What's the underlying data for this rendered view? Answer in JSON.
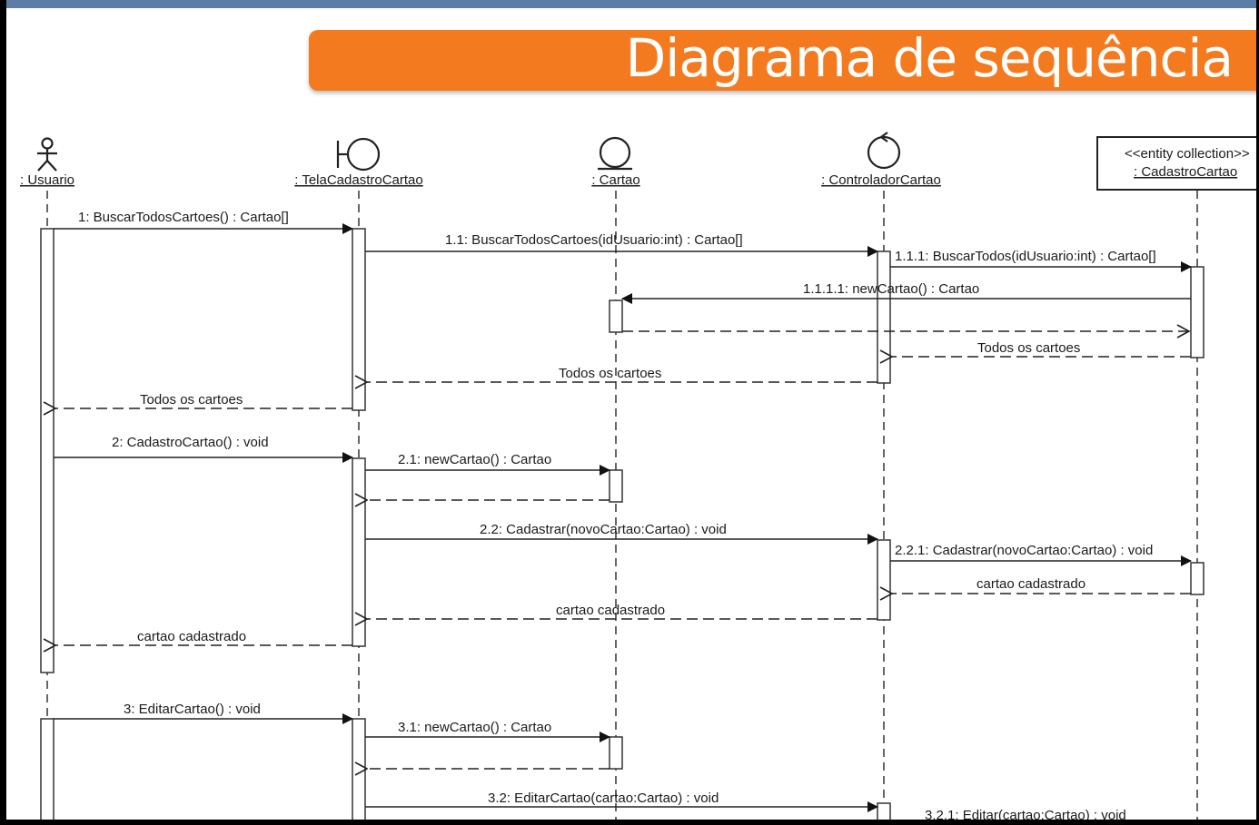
{
  "title": "Diagrama de sequência",
  "lifelines": [
    {
      "id": "usuario",
      "icon": "actor-icon",
      "label": ": Usuario"
    },
    {
      "id": "tela",
      "icon": "boundary-icon",
      "label": ": TelaCadastroCartao"
    },
    {
      "id": "cartao",
      "icon": "entity-icon",
      "label": ": Cartao"
    },
    {
      "id": "controlador",
      "icon": "control-icon",
      "label": ": ControladorCartao"
    },
    {
      "id": "collection",
      "icon": "entity-collection-box",
      "stereotype": "<<entity collection>>",
      "label": ": CadastroCartao"
    }
  ],
  "messages": [
    {
      "id": "m1",
      "text": "1: BuscarTodosCartoes() : Cartao[]",
      "type": "sync"
    },
    {
      "id": "m1_1",
      "text": "1.1: BuscarTodosCartoes(idUsuario:int) : Cartao[]",
      "type": "sync"
    },
    {
      "id": "m1_1_1",
      "text": "1.1.1: BuscarTodos(idUsuario:int) : Cartao[]",
      "type": "sync"
    },
    {
      "id": "m1_1_1_1",
      "text": "1.1.1.1: newCartao() : Cartao",
      "type": "sync"
    },
    {
      "id": "r_collection",
      "text": "",
      "type": "return"
    },
    {
      "id": "r1_1_1",
      "text": "Todos os cartoes",
      "type": "return"
    },
    {
      "id": "r1_1",
      "text": "Todos os cartoes",
      "type": "return"
    },
    {
      "id": "r1",
      "text": "Todos os cartoes",
      "type": "return"
    },
    {
      "id": "m2",
      "text": "2: CadastroCartao() : void",
      "type": "sync"
    },
    {
      "id": "m2_1",
      "text": "2.1: newCartao() : Cartao",
      "type": "sync"
    },
    {
      "id": "r2_1",
      "text": "",
      "type": "return"
    },
    {
      "id": "m2_2",
      "text": "2.2: Cadastrar(novoCartao:Cartao) : void",
      "type": "sync"
    },
    {
      "id": "m2_2_1",
      "text": "2.2.1: Cadastrar(novoCartao:Cartao) : void",
      "type": "sync"
    },
    {
      "id": "r2_2_1",
      "text": "cartao cadastrado",
      "type": "return"
    },
    {
      "id": "r2_2",
      "text": "cartao cadastrado",
      "type": "return"
    },
    {
      "id": "r2",
      "text": "cartao cadastrado",
      "type": "return"
    },
    {
      "id": "m3",
      "text": "3: EditarCartao() : void",
      "type": "sync"
    },
    {
      "id": "m3_1",
      "text": "3.1: newCartao() : Cartao",
      "type": "sync"
    },
    {
      "id": "r3_1",
      "text": "",
      "type": "return"
    },
    {
      "id": "m3_2",
      "text": "3.2: EditarCartao(cartao:Cartao) : void",
      "type": "sync"
    },
    {
      "id": "m3_2_1",
      "text": "3.2.1: Editar(cartao:Cartao) : void",
      "type": "sync"
    }
  ]
}
